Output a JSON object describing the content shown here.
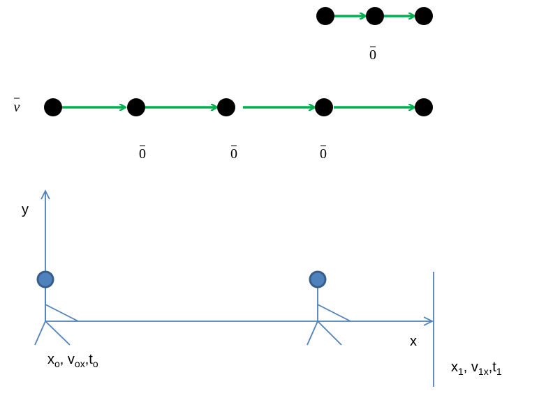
{
  "colors": {
    "dot": "#000000",
    "arrow": "#00b050",
    "axis": "#4f81bd",
    "person_fill": "#4f81bd",
    "person_stroke": "#385d8a"
  },
  "top_chain": {
    "dots": 3,
    "label": "0"
  },
  "middle_chain": {
    "vector_label": "v",
    "dots": 5,
    "labels": [
      "0",
      "0",
      "0"
    ]
  },
  "axes": {
    "y_label": "y",
    "x_label": "x"
  },
  "start_label": {
    "x": "x",
    "x_sub": "o",
    "v": ", v",
    "v_sub": "ox",
    "t": ",t",
    "t_sub": "o"
  },
  "end_label": {
    "x": "x",
    "x_sub": "1",
    "v": ", v",
    "v_sub": "1x",
    "t": ",t",
    "t_sub": "1"
  }
}
